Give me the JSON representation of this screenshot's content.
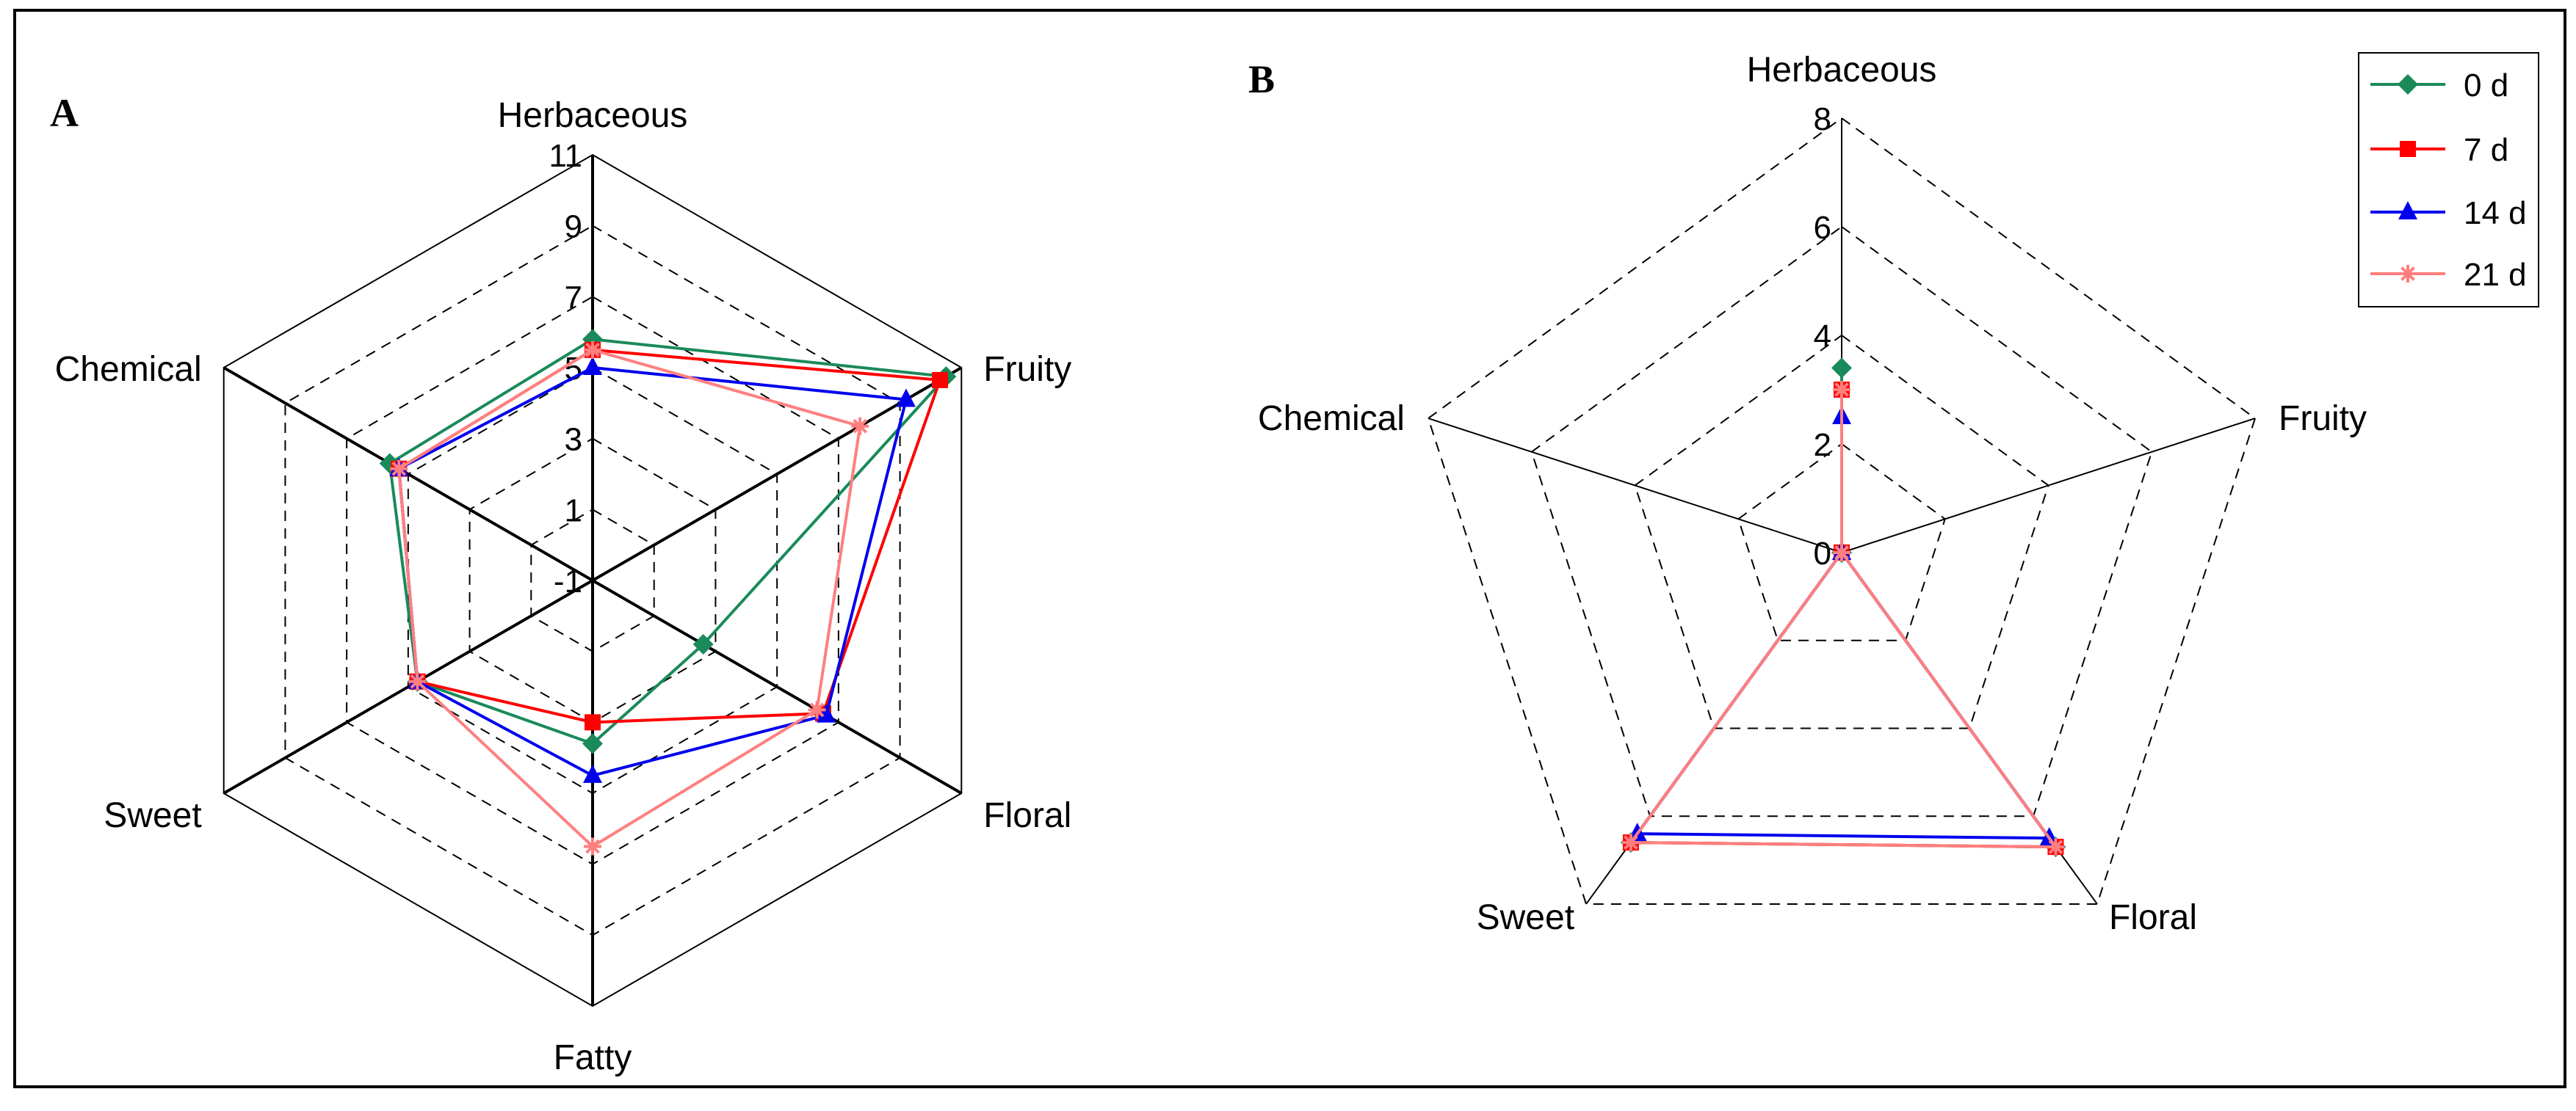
{
  "panels": [
    {
      "letter": "A"
    },
    {
      "letter": "B"
    }
  ],
  "legend": {
    "entries": [
      {
        "label": "0 d",
        "color": "#1a8a5a",
        "marker": "diamond"
      },
      {
        "label": "7 d",
        "color": "#ff0000",
        "marker": "square"
      },
      {
        "label": "14 d",
        "color": "#0000ee",
        "marker": "triangle"
      },
      {
        "label": "21 d",
        "color": "#ff7f7f",
        "marker": "asterisk"
      }
    ]
  },
  "chart_data": [
    {
      "type": "radar",
      "panel": "A",
      "axes": [
        "Herbaceous",
        "Fruity",
        "Floral",
        "Fatty",
        "Sweet",
        "Chemical"
      ],
      "rlim": [
        -1,
        11
      ],
      "tick_labels": [
        "-1",
        "1",
        "3",
        "5",
        "7",
        "9",
        "11"
      ],
      "grid": true,
      "series": [
        {
          "name": "0 d",
          "values": [
            5.8,
            10.5,
            2.6,
            3.6,
            4.7,
            5.6
          ]
        },
        {
          "name": "7 d",
          "values": [
            5.5,
            10.3,
            6.5,
            3.0,
            4.7,
            5.3
          ]
        },
        {
          "name": "14 d",
          "values": [
            5.0,
            9.2,
            6.6,
            4.5,
            4.7,
            5.3
          ]
        },
        {
          "name": "21 d",
          "values": [
            5.5,
            7.7,
            6.3,
            6.5,
            4.7,
            5.3
          ]
        }
      ]
    },
    {
      "type": "radar",
      "panel": "B",
      "axes": [
        "Herbaceous",
        "Fruity",
        "Floral",
        "Sweet",
        "Chemical"
      ],
      "rlim": [
        0,
        8
      ],
      "tick_labels": [
        "0",
        "2",
        "4",
        "6",
        "8"
      ],
      "grid": true,
      "legend_position": "top-right",
      "series": [
        {
          "name": "0 d",
          "values": [
            3.4,
            0,
            6.7,
            6.6,
            0
          ]
        },
        {
          "name": "7 d",
          "values": [
            3.0,
            0,
            6.7,
            6.6,
            0
          ]
        },
        {
          "name": "14 d",
          "values": [
            2.5,
            0,
            6.5,
            6.4,
            0
          ]
        },
        {
          "name": "21 d",
          "values": [
            3.0,
            0,
            6.7,
            6.6,
            0
          ]
        }
      ]
    }
  ]
}
